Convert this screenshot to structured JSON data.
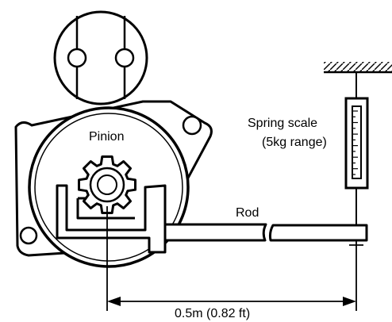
{
  "labels": {
    "pinion": "Pinion",
    "spring_scale_line1": "Spring scale",
    "spring_scale_line2": "(5kg range)",
    "rod": "Rod",
    "dimension": "0.5m (0.82 ft)"
  },
  "colors": {
    "ink": "#000000",
    "paper": "#ffffff"
  },
  "spring_scale": {
    "tick_count": 12
  },
  "pinion": {
    "tooth_count": 8
  }
}
